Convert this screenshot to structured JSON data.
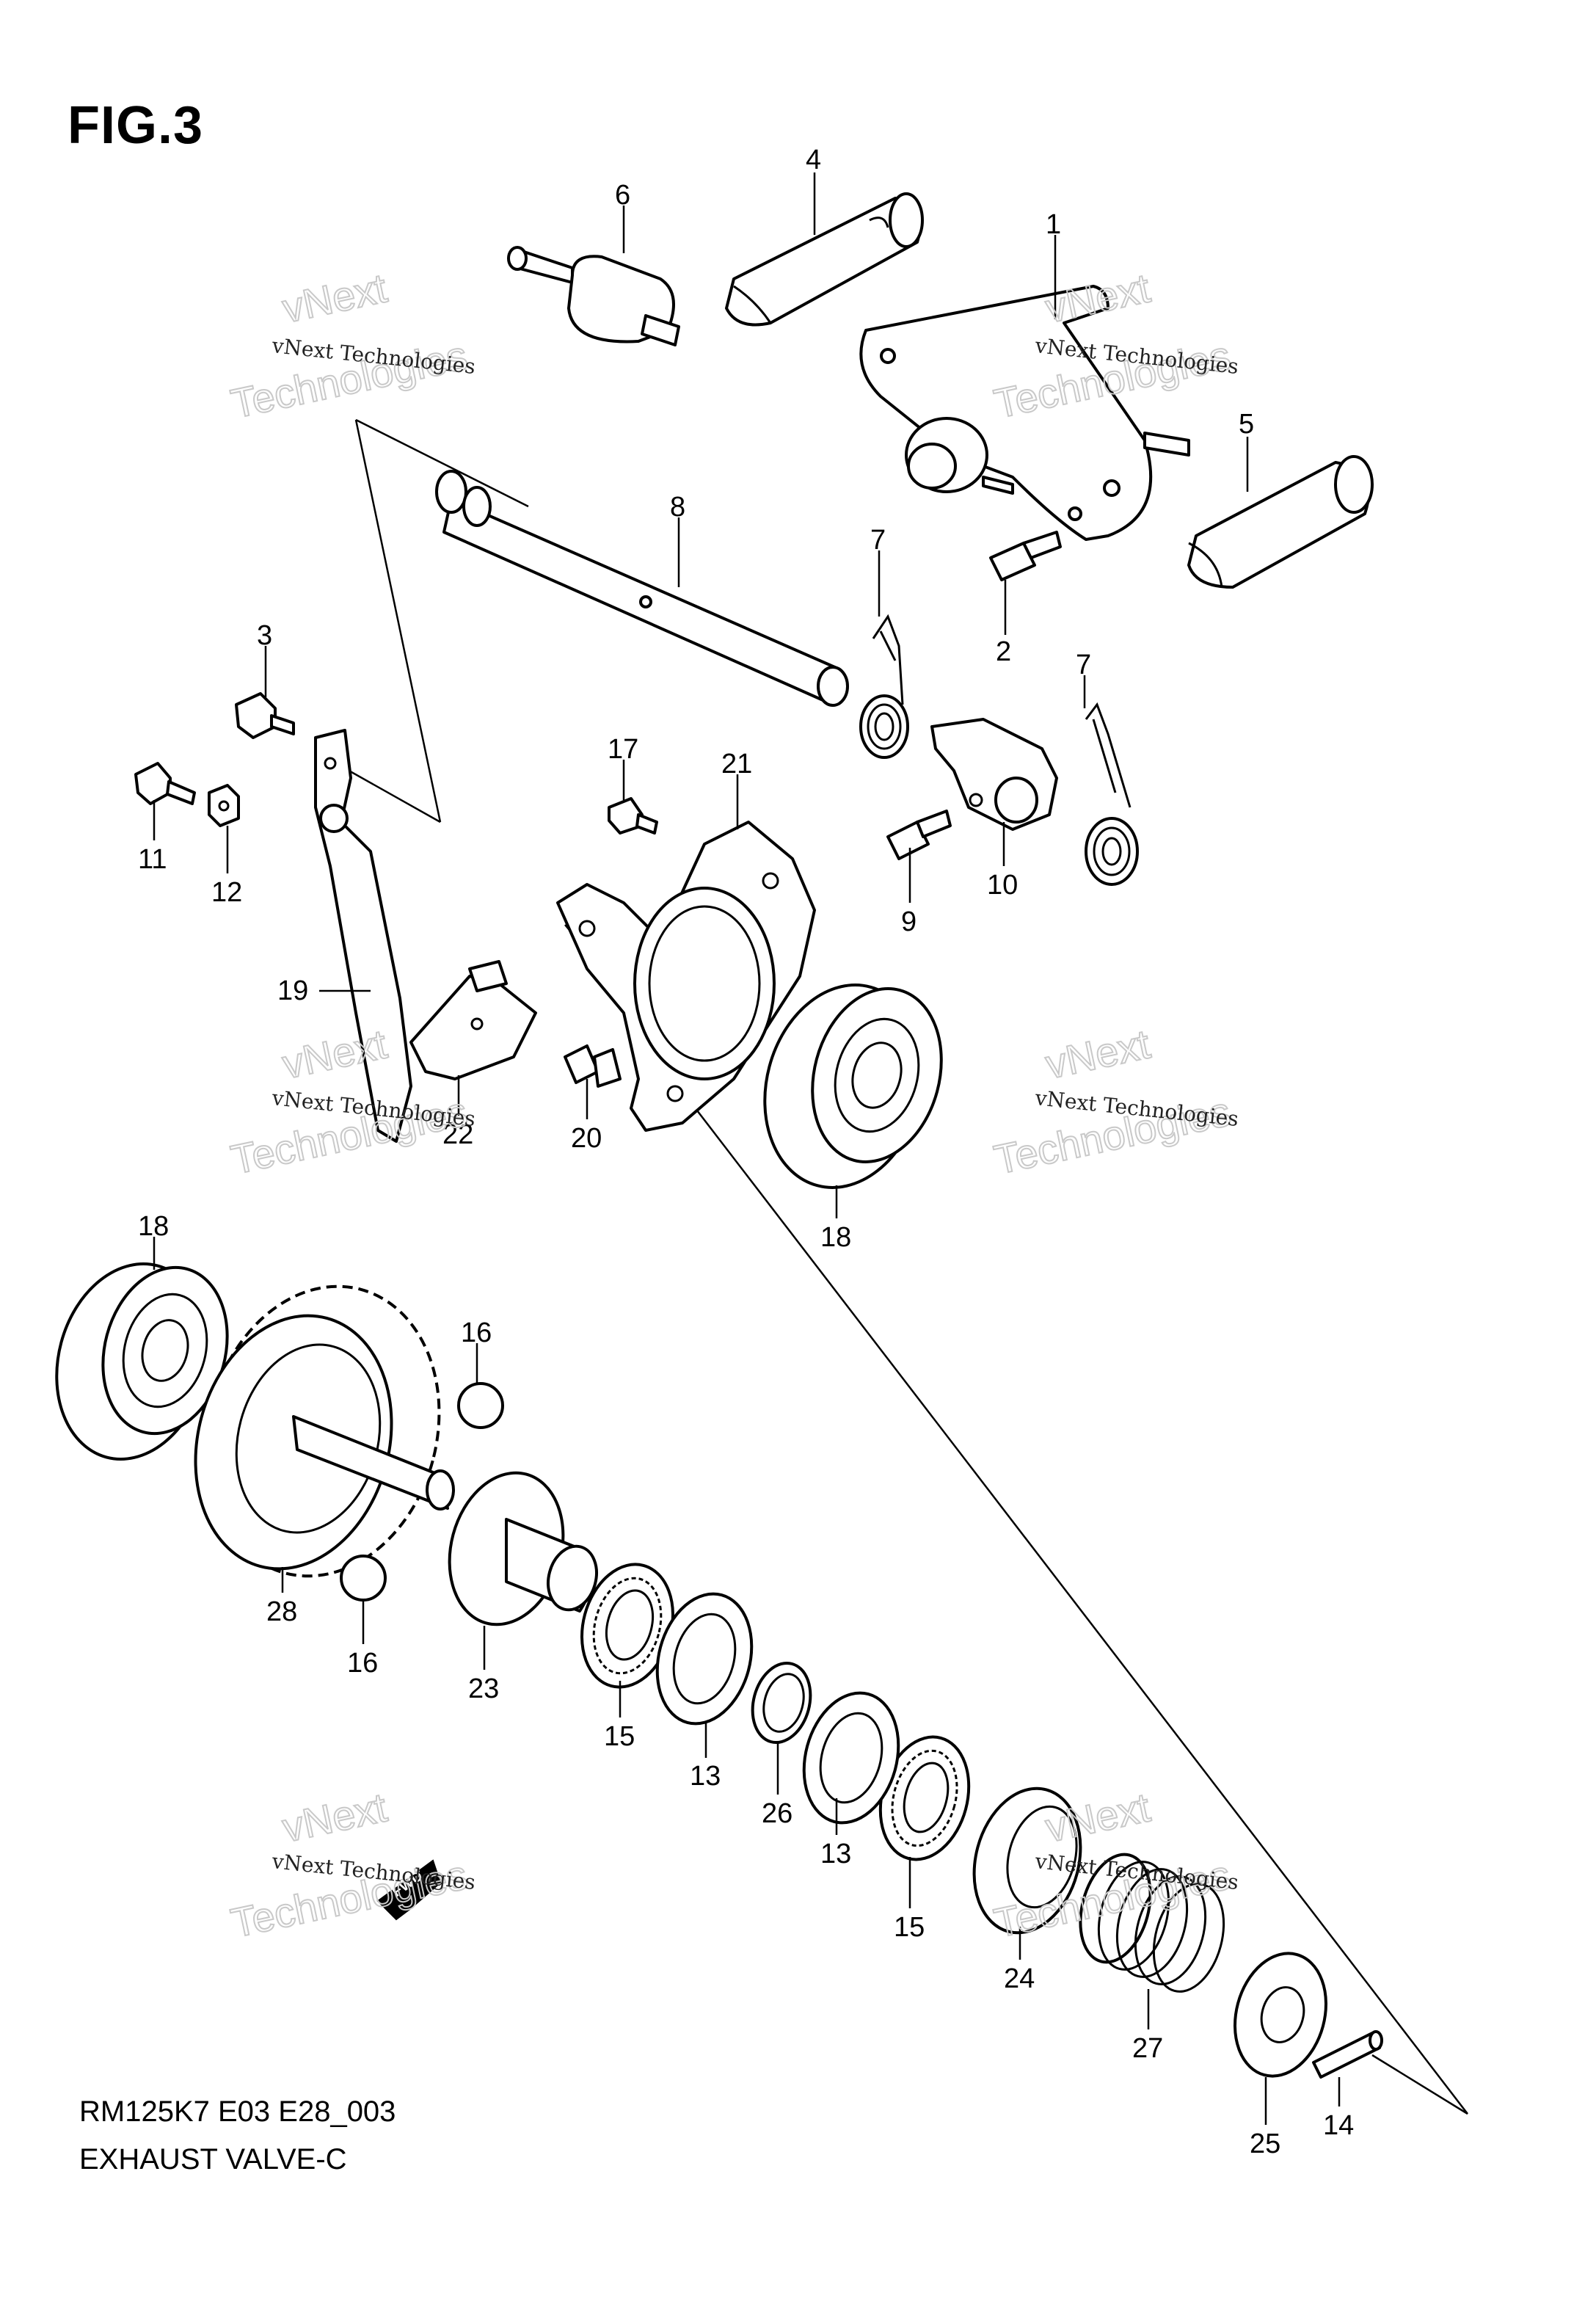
{
  "figure": {
    "title": "FIG.3",
    "code": "RM125K7 E03 E28_003",
    "name": "EXHAUST VALVE-C"
  },
  "watermark": {
    "line1": "vNext Technologies",
    "line2": "Technologies",
    "line3": "vNext"
  },
  "callouts": [
    {
      "id": "1",
      "text": "1"
    },
    {
      "id": "2",
      "text": "2"
    },
    {
      "id": "3",
      "text": "3"
    },
    {
      "id": "4",
      "text": "4"
    },
    {
      "id": "5",
      "text": "5"
    },
    {
      "id": "6",
      "text": "6"
    },
    {
      "id": "7a",
      "text": "7"
    },
    {
      "id": "7b",
      "text": "7"
    },
    {
      "id": "8",
      "text": "8"
    },
    {
      "id": "9",
      "text": "9"
    },
    {
      "id": "10",
      "text": "10"
    },
    {
      "id": "11",
      "text": "11"
    },
    {
      "id": "12",
      "text": "12"
    },
    {
      "id": "13a",
      "text": "13"
    },
    {
      "id": "13b",
      "text": "13"
    },
    {
      "id": "14",
      "text": "14"
    },
    {
      "id": "15a",
      "text": "15"
    },
    {
      "id": "15b",
      "text": "15"
    },
    {
      "id": "16a",
      "text": "16"
    },
    {
      "id": "16b",
      "text": "16"
    },
    {
      "id": "17",
      "text": "17"
    },
    {
      "id": "18a",
      "text": "18"
    },
    {
      "id": "18b",
      "text": "18"
    },
    {
      "id": "19",
      "text": "19"
    },
    {
      "id": "20",
      "text": "20"
    },
    {
      "id": "21",
      "text": "21"
    },
    {
      "id": "22",
      "text": "22"
    },
    {
      "id": "23",
      "text": "23"
    },
    {
      "id": "24",
      "text": "24"
    },
    {
      "id": "25",
      "text": "25"
    },
    {
      "id": "26",
      "text": "26"
    },
    {
      "id": "27",
      "text": "27"
    },
    {
      "id": "28",
      "text": "28"
    }
  ],
  "fwd_mark": "FWD"
}
